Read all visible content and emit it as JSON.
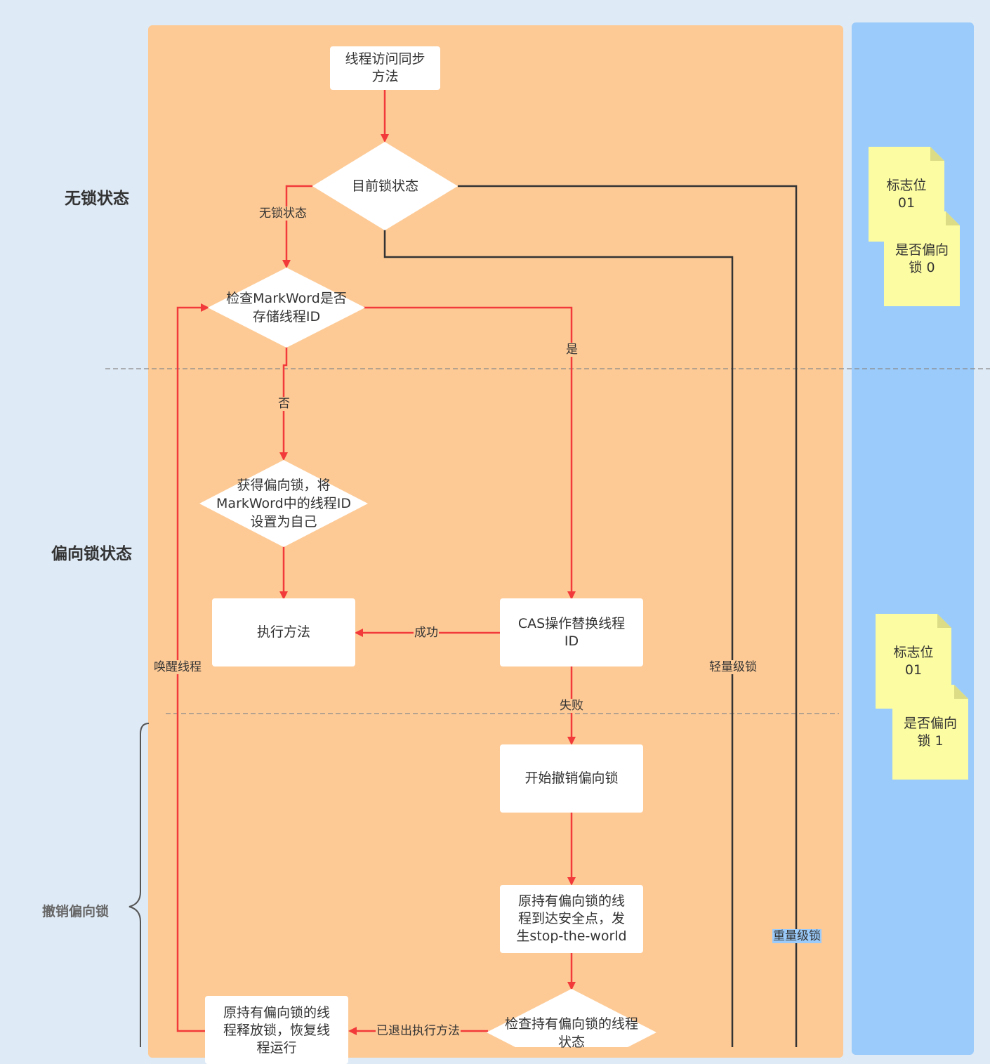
{
  "lanes": {
    "unlocked": "无锁状态",
    "biased": "偏向锁状态",
    "revoke": "撤销偏向锁"
  },
  "nodes": {
    "start": "线程访问同步\n方法",
    "current_state": "目前锁状态",
    "check_markword": "检查MarkWord是否\n存储线程ID",
    "acquire_bias": "获得偏向锁，将\nMarkWord中的线程ID\n设置为自己",
    "execute": "执行方法",
    "cas": "CAS操作替换线程\nID",
    "start_revoke": "开始撤销偏向锁",
    "safepoint": "原持有偏向锁的线\n程到达安全点，发\n生stop-the-world",
    "check_holder": "检查持有偏向锁的线程\n状态",
    "release": "原持有偏向锁的线\n程释放锁，恢复线\n程运行"
  },
  "edges": {
    "unlocked": "无锁状态",
    "yes": "是",
    "no": "否",
    "success": "成功",
    "fail": "失败",
    "wake": "唤醒线程",
    "lightweight": "轻量级锁",
    "heavyweight": "重量级锁",
    "exited": "已退出执行方法"
  },
  "notes": [
    {
      "flag": "标志位\n01",
      "biased": "是否偏向\n锁 0"
    },
    {
      "flag": "标志位\n01",
      "biased": "是否偏向\n锁 1"
    }
  ],
  "colors": {
    "main_lane": "#fdca96",
    "side_lane": "#9acbfb",
    "background": "#deeaf6",
    "red_flow": "#f23a3a",
    "dark_flow": "#333333",
    "note": "#fcfca2"
  }
}
